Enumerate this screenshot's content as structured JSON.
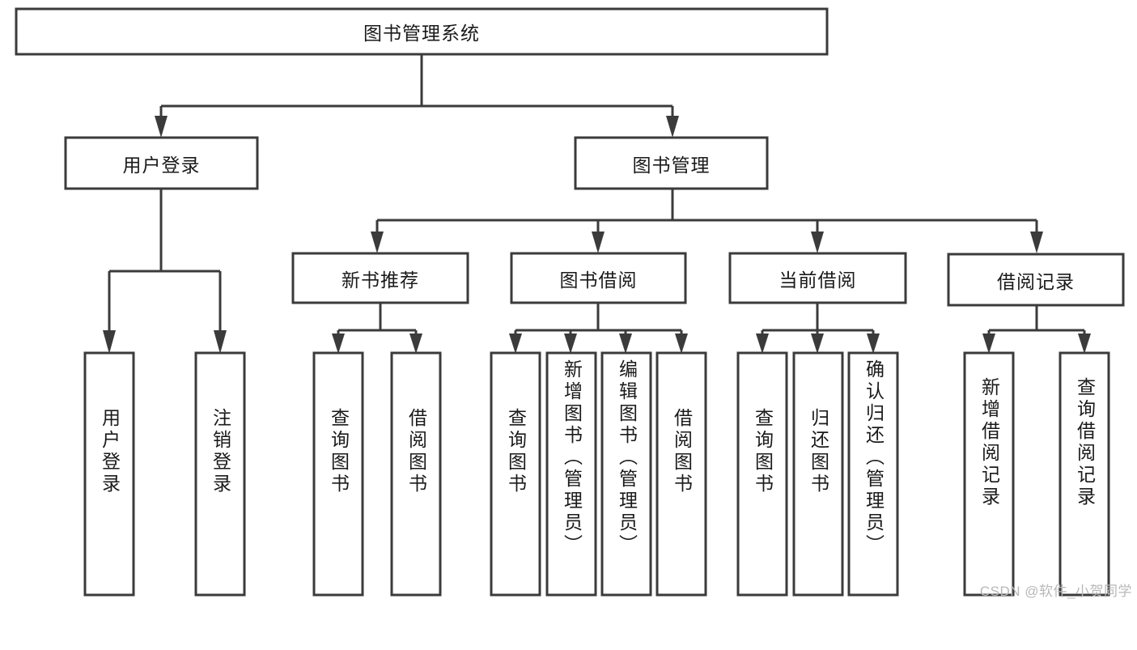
{
  "diagram": {
    "type": "tree",
    "title": "图书管理系统",
    "root": {
      "id": "root",
      "label": "图书管理系统",
      "orientation": "horizontal"
    },
    "level2": [
      {
        "id": "user-login",
        "label": "用户登录",
        "orientation": "horizontal"
      },
      {
        "id": "book-management",
        "label": "图书管理",
        "orientation": "horizontal"
      }
    ],
    "level3": [
      {
        "id": "new-book-recommend",
        "label": "新书推荐",
        "orientation": "horizontal",
        "parent": "book-management"
      },
      {
        "id": "book-borrow",
        "label": "图书借阅",
        "orientation": "horizontal",
        "parent": "book-management"
      },
      {
        "id": "current-borrow",
        "label": "当前借阅",
        "orientation": "horizontal",
        "parent": "book-management"
      },
      {
        "id": "borrow-record",
        "label": "借阅记录",
        "orientation": "horizontal",
        "parent": "book-management"
      }
    ],
    "leaves": [
      {
        "id": "leaf-user-login",
        "label": "用户登录",
        "orientation": "vertical",
        "parent": "user-login"
      },
      {
        "id": "leaf-logout",
        "label": "注销登录",
        "orientation": "vertical",
        "parent": "user-login"
      },
      {
        "id": "leaf-query-book-1",
        "label": "查询图书",
        "orientation": "vertical",
        "parent": "new-book-recommend"
      },
      {
        "id": "leaf-borrow-book-1",
        "label": "借阅图书",
        "orientation": "vertical",
        "parent": "new-book-recommend"
      },
      {
        "id": "leaf-query-book-2",
        "label": "查询图书",
        "orientation": "vertical",
        "parent": "book-borrow"
      },
      {
        "id": "leaf-add-book",
        "label": "新增图书（管理员）",
        "orientation": "vertical",
        "parent": "book-borrow"
      },
      {
        "id": "leaf-edit-book",
        "label": "编辑图书（管理员）",
        "orientation": "vertical",
        "parent": "book-borrow"
      },
      {
        "id": "leaf-borrow-book-2",
        "label": "借阅图书",
        "orientation": "vertical",
        "parent": "book-borrow"
      },
      {
        "id": "leaf-query-book-3",
        "label": "查询图书",
        "orientation": "vertical",
        "parent": "current-borrow"
      },
      {
        "id": "leaf-return-book",
        "label": "归还图书",
        "orientation": "vertical",
        "parent": "current-borrow"
      },
      {
        "id": "leaf-confirm-return",
        "label": "确认归还（管理员）",
        "orientation": "vertical",
        "parent": "current-borrow"
      },
      {
        "id": "leaf-add-record",
        "label": "新增借阅记录",
        "orientation": "vertical",
        "parent": "borrow-record"
      },
      {
        "id": "leaf-query-record",
        "label": "查询借阅记录",
        "orientation": "vertical",
        "parent": "borrow-record"
      }
    ],
    "colors": {
      "stroke": "#3b3b3b",
      "fill": "#ffffff",
      "text": "#1a1a1a",
      "watermark": "#b8b8b8",
      "background": "#ffffff"
    }
  },
  "watermark": {
    "text": "CSDN @软件_小贺同学"
  }
}
